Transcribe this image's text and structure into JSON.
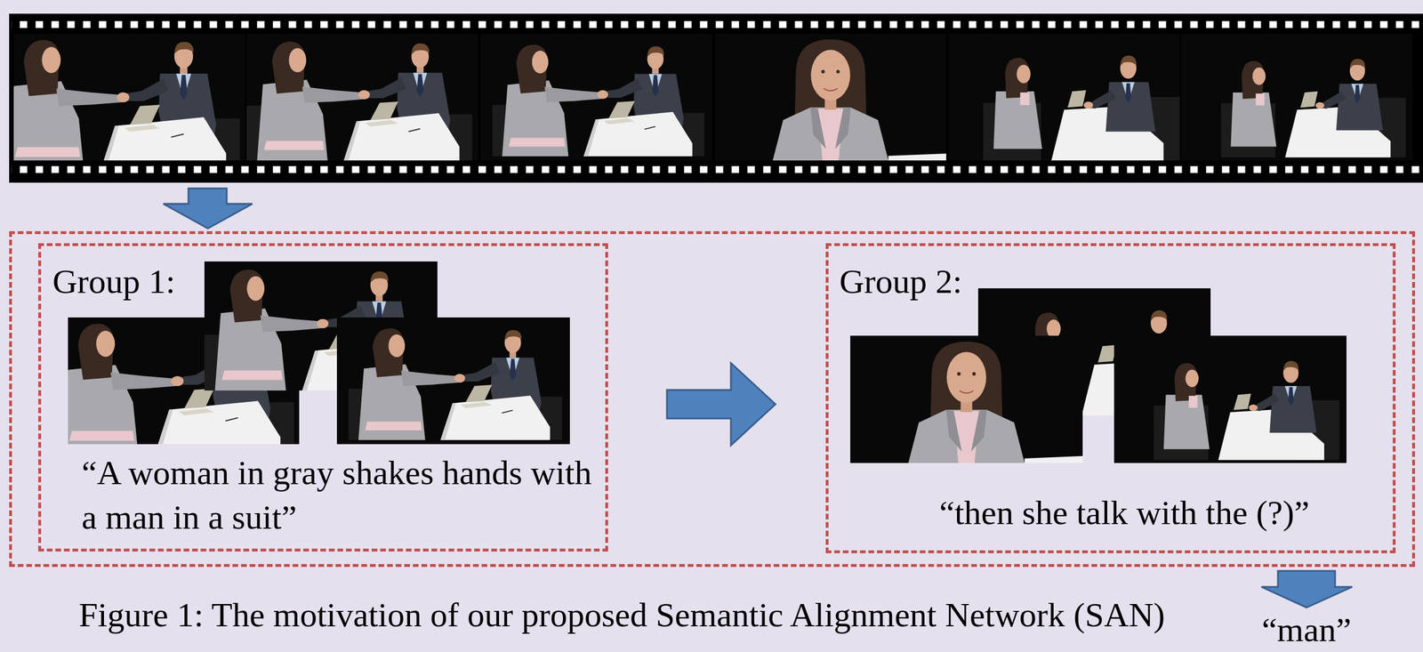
{
  "diagram": {
    "caption": "Figure 1: The motivation of our proposed Semantic Alignment Network (SAN)",
    "nodes": [
      {
        "text": []
      },
      {
        "text": [
          "Group 1:",
          "“A woman in gray shakes hands with a man in a suit”"
        ],
        "in": 0
      },
      {
        "text": [
          "Group 2:",
          "“then she talk with the (?)”"
        ],
        "in": 0
      }
    ],
    "edges": [
      {
        "from": 1,
        "to": 2,
        "arrow": "to"
      }
    ],
    "labels": [
      "“man”"
    ]
  }
}
